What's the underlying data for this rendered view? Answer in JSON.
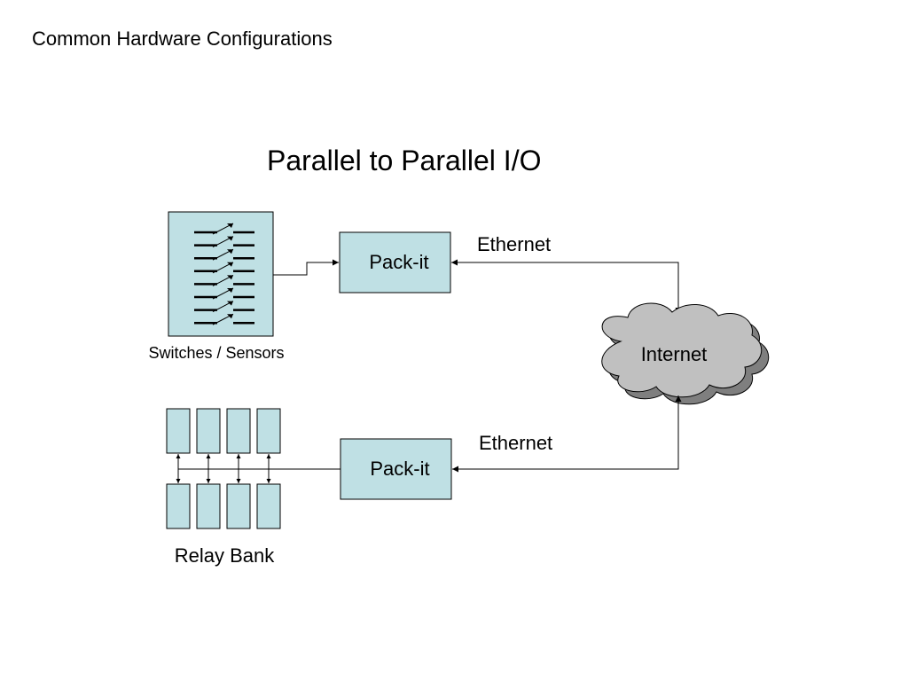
{
  "slide": {
    "header": "Common Hardware Configurations",
    "title": "Parallel to Parallel I/O"
  },
  "diagram": {
    "switches_label": "Switches / Sensors",
    "packit_top_label": "Pack-it",
    "packit_bottom_label": "Pack-it",
    "ethernet_top_label": "Ethernet",
    "ethernet_bottom_label": "Ethernet",
    "internet_label": "Internet",
    "relay_bank_label": "Relay Bank"
  },
  "colors": {
    "box_fill": "#bfe0e4",
    "cloud_fill": "#c0c0c0",
    "cloud_shadow": "#7f7f7f",
    "stroke": "#000000"
  }
}
